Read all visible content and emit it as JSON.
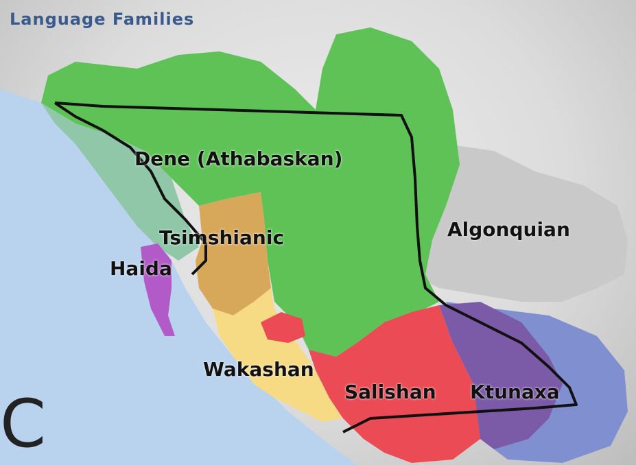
{
  "map": {
    "title": "Language Families",
    "labels": {
      "dene": "Dene (Athabaskan)",
      "tsimshianic": "Tsimshianic",
      "haida": "Haida",
      "algonquian": "Algonquian",
      "wakashan": "Wakashan",
      "salishan": "Salishan",
      "ktunaxa": "Ktunaxa"
    },
    "edge_glyph": "C"
  },
  "colors": {
    "title": "#3a5a8c",
    "ocean": "#b9d3ee",
    "dene": "#5fc257",
    "tsimshianic": "#d8a85a",
    "haida": "#b25bc8",
    "algonquian": "#c9c9c9",
    "wakashan": "#f7db84",
    "salishan": "#ea4b55",
    "ktunaxa": "#7b5aa8",
    "ktunaxa_outer": "#7f8fd0",
    "tlingit_coast": "#8fc7a8",
    "border": "#111111"
  }
}
